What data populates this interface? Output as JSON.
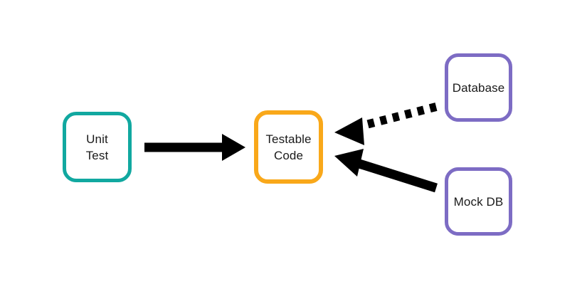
{
  "diagram": {
    "background_color": "#ffffff",
    "nodes": [
      {
        "id": "unit-test",
        "label": "Unit\nTest",
        "border_color": "#11a8a0",
        "fill_color": "#ffffff"
      },
      {
        "id": "testable-code",
        "label": "Testable\nCode",
        "border_color": "#f9a81a",
        "fill_color": "#ffffff"
      },
      {
        "id": "database",
        "label": "Database",
        "border_color": "#7d6cc4",
        "fill_color": "#ffffff"
      },
      {
        "id": "mock-db",
        "label": "Mock DB",
        "border_color": "#7d6cc4",
        "fill_color": "#ffffff"
      }
    ],
    "edges": [
      {
        "id": "unit-test-to-testable-code",
        "from": "unit-test",
        "to": "testable-code",
        "style": "solid",
        "color": "#000000",
        "label": ""
      },
      {
        "id": "database-to-testable-code",
        "from": "database",
        "to": "testable-code",
        "style": "dashed",
        "color": "#000000",
        "label": ""
      },
      {
        "id": "mock-db-to-testable-code",
        "from": "mock-db",
        "to": "testable-code",
        "style": "solid",
        "color": "#000000",
        "label": ""
      }
    ]
  }
}
